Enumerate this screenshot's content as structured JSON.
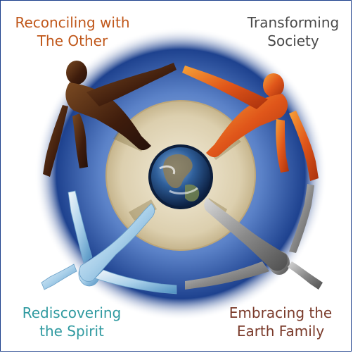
{
  "labels": {
    "top_left": {
      "line1": "Reconciling with",
      "line2": "The Other"
    },
    "top_right": {
      "line1": "Transforming",
      "line2": "Society"
    },
    "bottom_left": {
      "line1": "Rediscovering",
      "line2": "the Spirit"
    },
    "bottom_right": {
      "line1": "Embracing the",
      "line2": "Earth Family"
    }
  },
  "colors": {
    "top_left": "#c0571a",
    "top_right": "#4a4a4a",
    "bottom_left": "#2f9aa0",
    "bottom_right": "#7a3a2a",
    "halo_inner": "#9fbbe3",
    "halo_outer": "#1b3f8f",
    "disc": "#e2d6b8",
    "figure_dark": "#4a220e",
    "figure_fire": "#e0561a",
    "figure_ice": "#bcd8ec",
    "figure_stone": "#8d8d8d"
  },
  "icons": {
    "center": "earth-globe-icon"
  }
}
